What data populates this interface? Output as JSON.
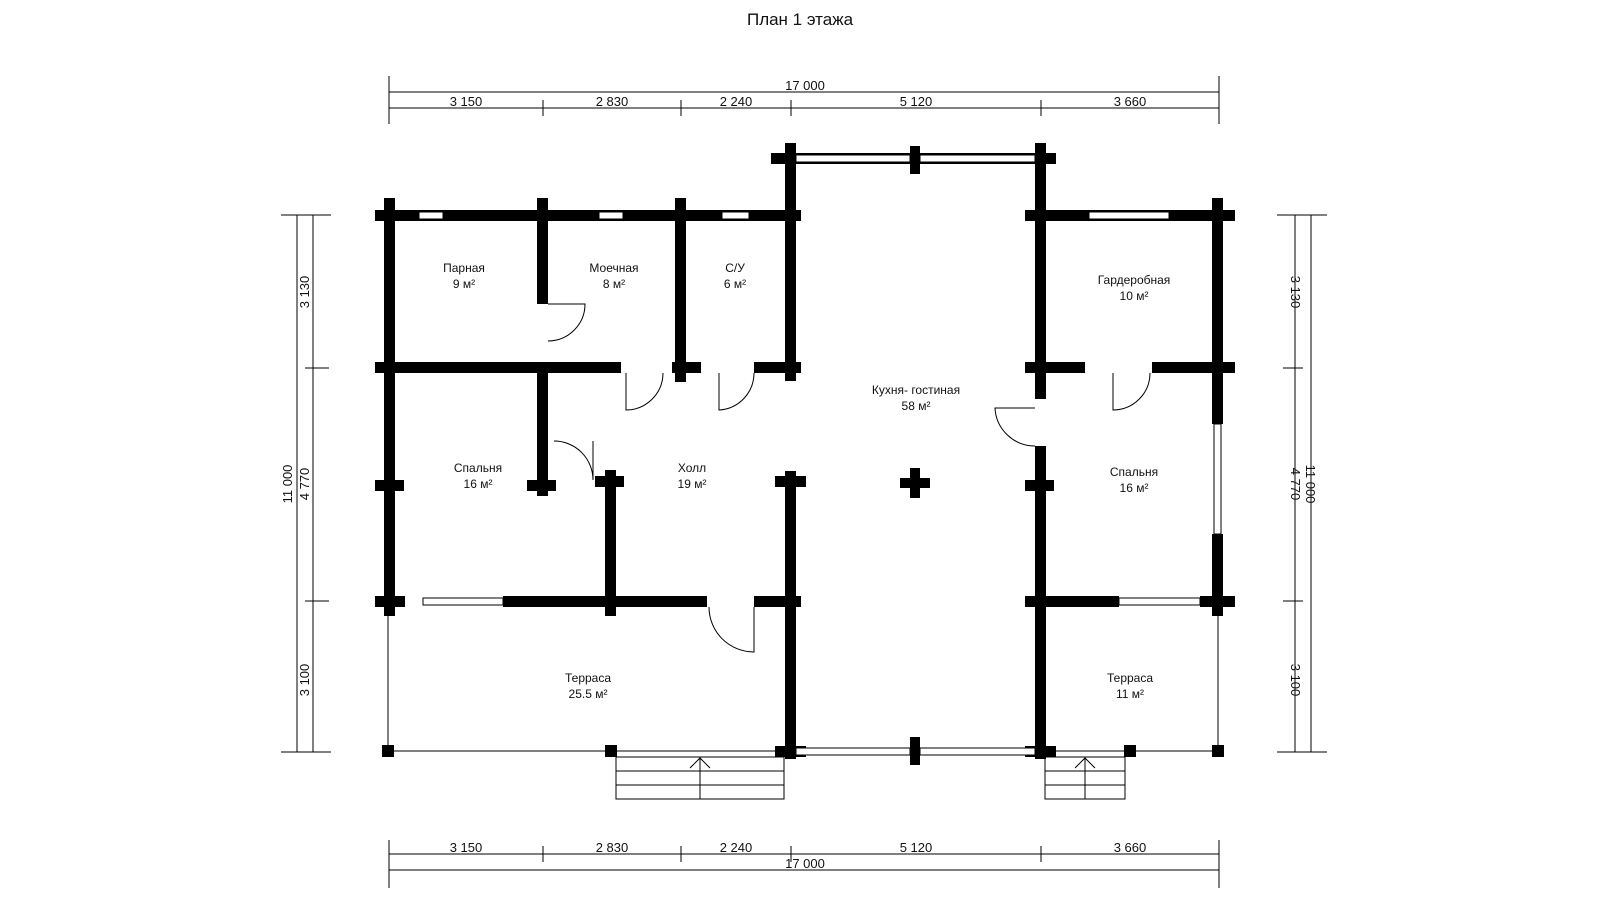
{
  "title": "План 1 этажа",
  "dimensions": {
    "top_total": "17 000",
    "top_segments": [
      "3 150",
      "2 830",
      "2 240",
      "5 120",
      "3 660"
    ],
    "bottom_total": "17 000",
    "bottom_segments": [
      "3 150",
      "2 830",
      "2 240",
      "5 120",
      "3 660"
    ],
    "left_total": "11 000",
    "left_segments": [
      "3 130",
      "4 770",
      "3 100"
    ],
    "right_total": "11 000",
    "right_segments": [
      "3 130",
      "4 770",
      "3 100"
    ]
  },
  "rooms": [
    {
      "name": "Парная",
      "area": "9 м²"
    },
    {
      "name": "Моечная",
      "area": "8 м²"
    },
    {
      "name": "С/У",
      "area": "6 м²"
    },
    {
      "name": "Гардеробная",
      "area": "10 м²"
    },
    {
      "name": "Кухня- гостиная",
      "area": "58 м²"
    },
    {
      "name": "Спальня",
      "area": "16 м²"
    },
    {
      "name": "Холл",
      "area": "19 м²"
    },
    {
      "name": "Спальня",
      "area": "16 м²"
    },
    {
      "name": "Терраса",
      "area": "25.5 м²"
    },
    {
      "name": "Терраса",
      "area": "11 м²"
    }
  ],
  "colors": {
    "wall": "#000000",
    "line": "#000000",
    "window": "#ffffff"
  }
}
